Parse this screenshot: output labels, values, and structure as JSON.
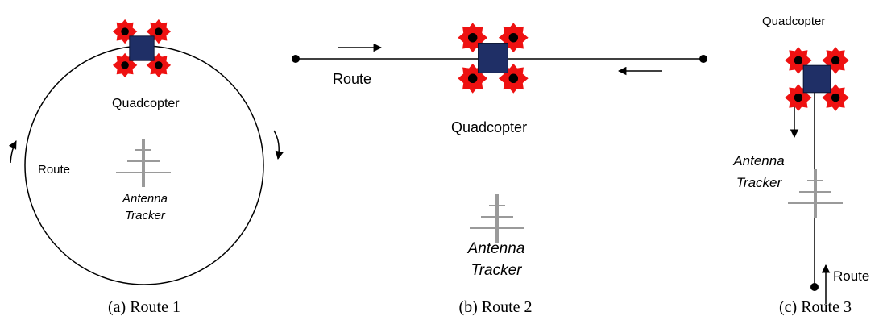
{
  "panels": [
    {
      "caption": "(a) Route 1",
      "route_label": "Route",
      "vehicle_label": "Quadcopter",
      "tracker_label_line1": "Antenna",
      "tracker_label_line2": "Tracker"
    },
    {
      "caption": "(b) Route 2",
      "route_label": "Route",
      "vehicle_label": "Quadcopter",
      "tracker_label_line1": "Antenna",
      "tracker_label_line2": "Tracker"
    },
    {
      "caption": "(c) Route 3",
      "route_label": "Route",
      "vehicle_label": "Quadcopter",
      "tracker_label_line1": "Antenna",
      "tracker_label_line2": "Tracker"
    }
  ],
  "colors": {
    "quad_body": "#1f2f66",
    "quad_arm": "#6b6b6b",
    "rotor": "#ee1111",
    "rotor_hub": "#000000",
    "antenna": "#9a9a9a",
    "route_line": "#000000"
  }
}
